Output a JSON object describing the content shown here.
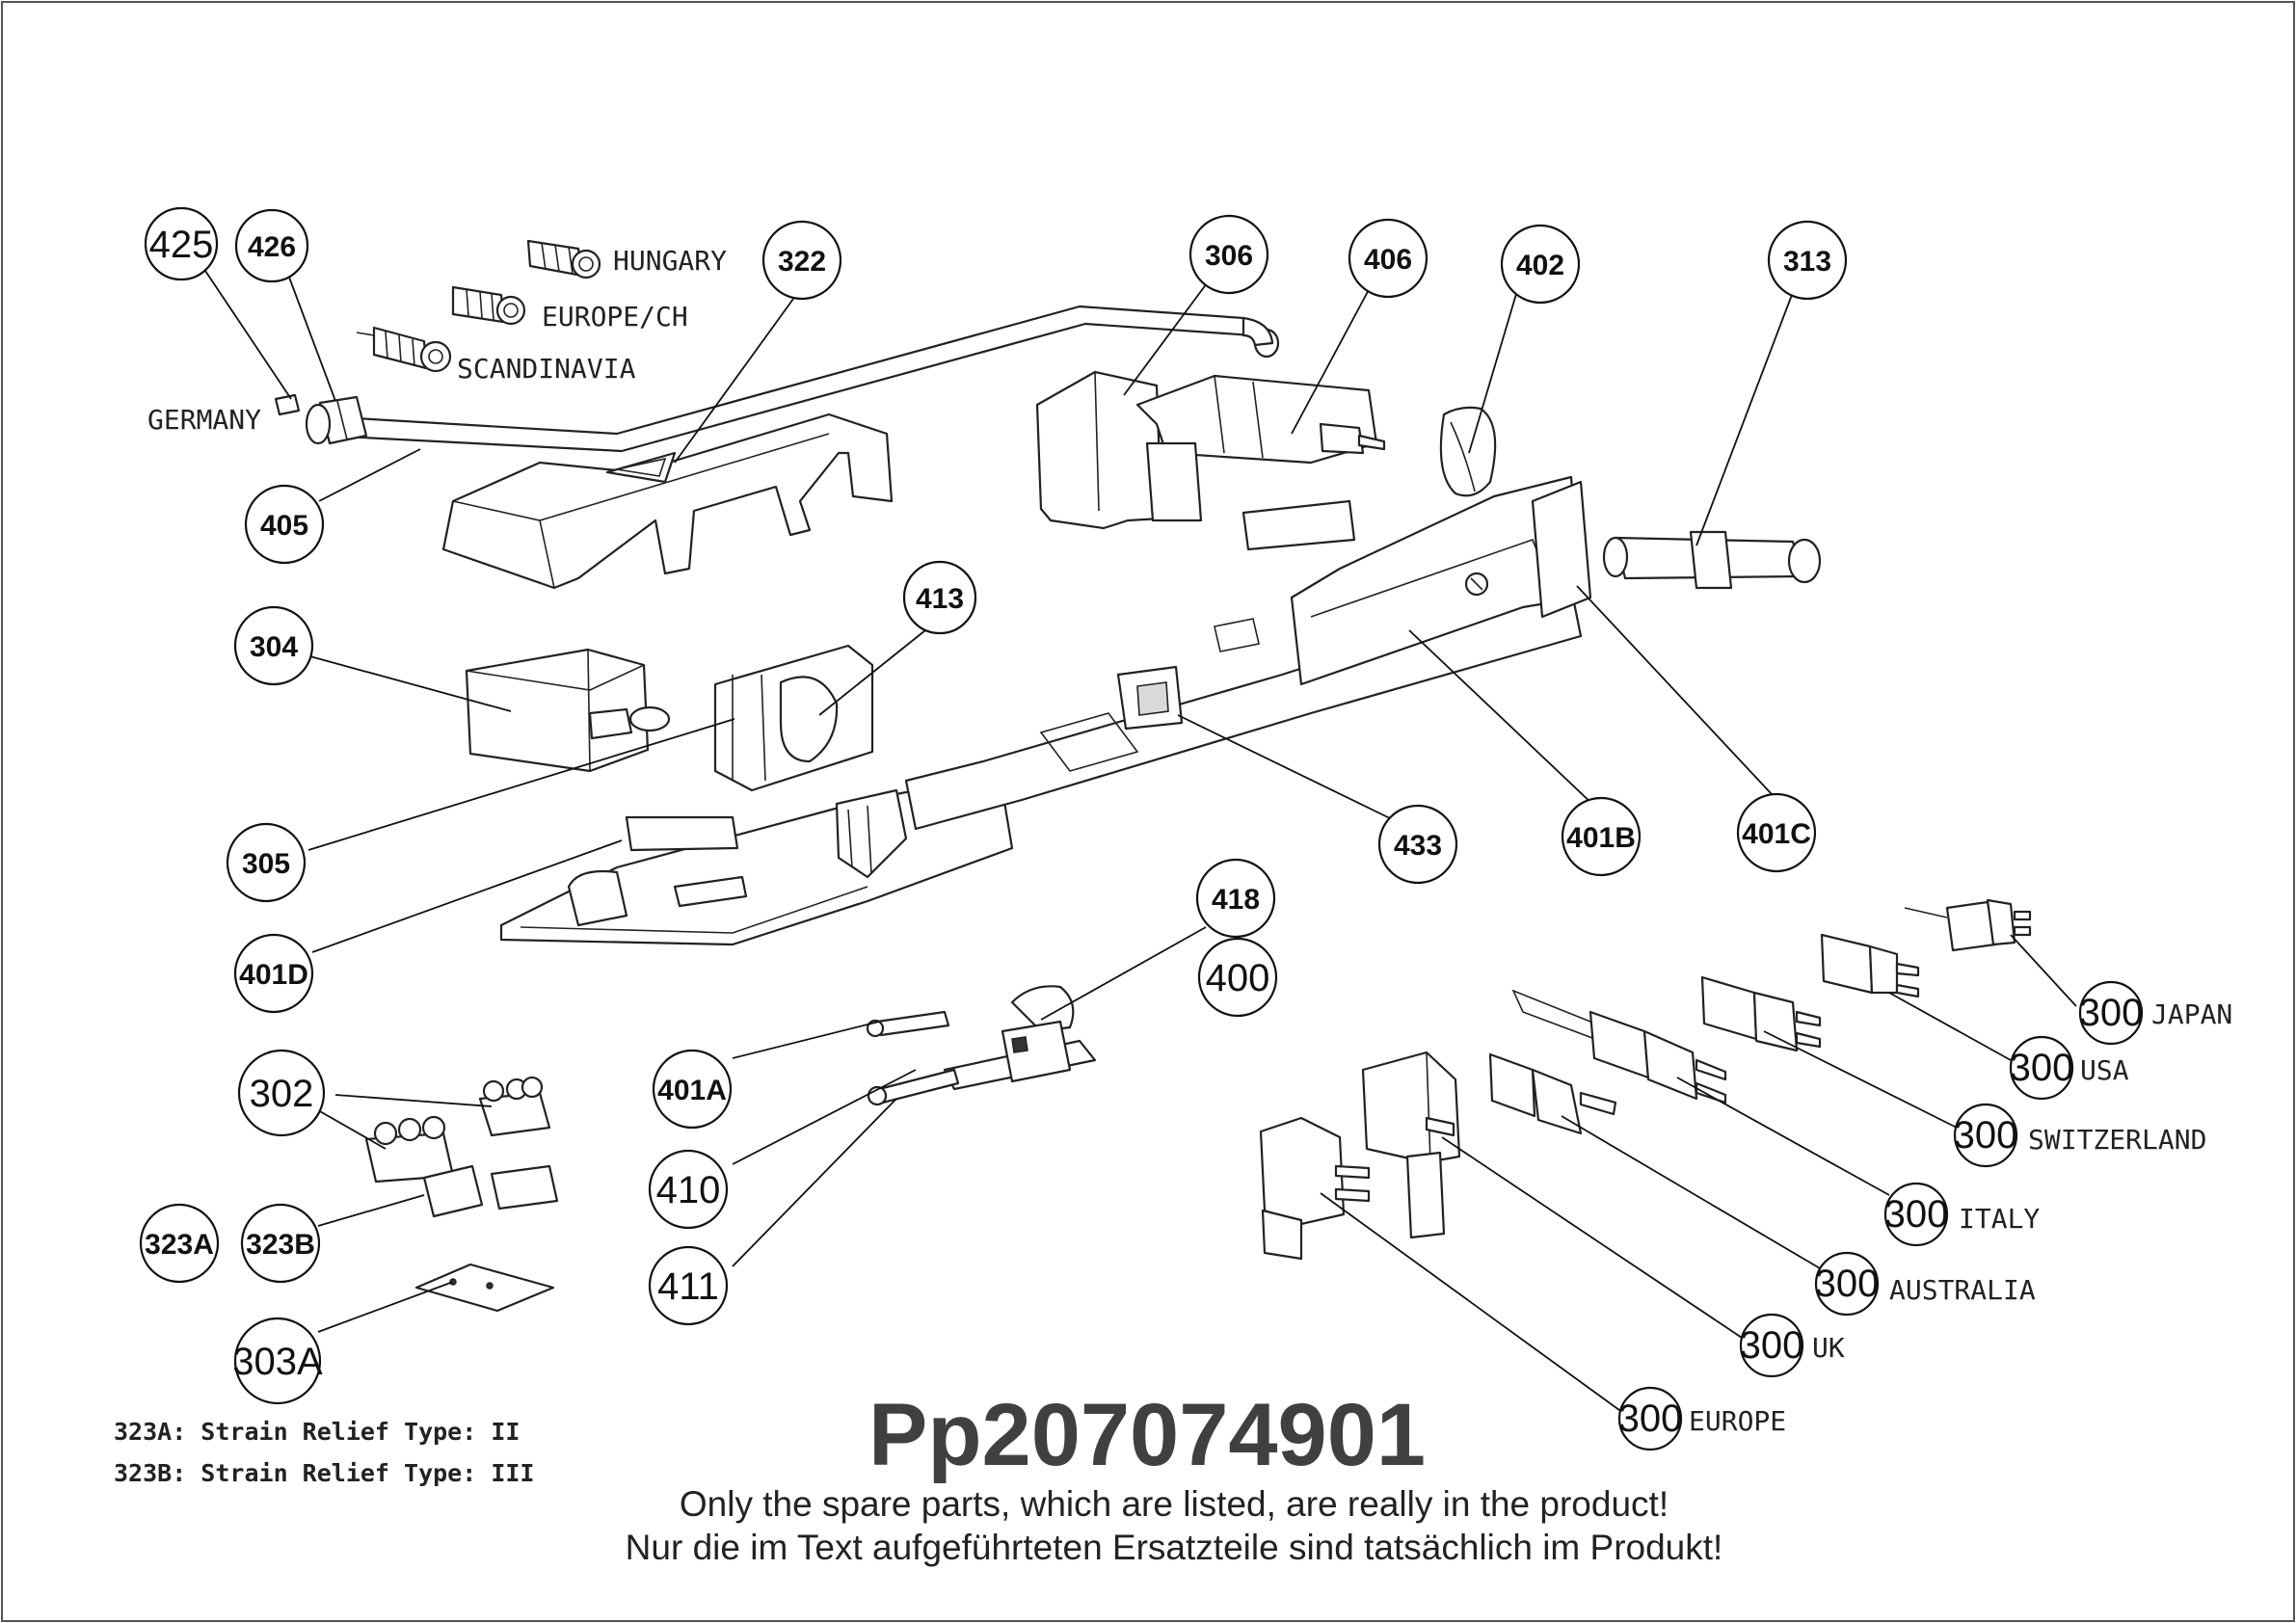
{
  "document": {
    "code": "Pp207074901",
    "disclaimer_en": "Only the spare parts, which are listed, are really in the product!",
    "disclaimer_de": "Nur die im Text aufgeführteten Ersatzteile sind tatsächlich im Produkt!"
  },
  "notes": [
    "323A: Strain Relief Type: II",
    "323B: Strain Relief Type: III"
  ],
  "callouts": [
    {
      "id": "c425",
      "label": "425"
    },
    {
      "id": "c426",
      "label": "426"
    },
    {
      "id": "c322",
      "label": "322"
    },
    {
      "id": "c306",
      "label": "306"
    },
    {
      "id": "c406",
      "label": "406"
    },
    {
      "id": "c402",
      "label": "402"
    },
    {
      "id": "c313",
      "label": "313"
    },
    {
      "id": "c405",
      "label": "405"
    },
    {
      "id": "c304",
      "label": "304"
    },
    {
      "id": "c413",
      "label": "413"
    },
    {
      "id": "c305",
      "label": "305"
    },
    {
      "id": "c401D",
      "label": "401D"
    },
    {
      "id": "c433",
      "label": "433"
    },
    {
      "id": "c401B",
      "label": "401B"
    },
    {
      "id": "c401C",
      "label": "401C"
    },
    {
      "id": "c418",
      "label": "418"
    },
    {
      "id": "c400",
      "label": "400"
    },
    {
      "id": "c401A",
      "label": "401A"
    },
    {
      "id": "c410",
      "label": "410"
    },
    {
      "id": "c411",
      "label": "411"
    },
    {
      "id": "c302",
      "label": "302"
    },
    {
      "id": "c323A",
      "label": "323A"
    },
    {
      "id": "c323B",
      "label": "323B"
    },
    {
      "id": "c303A",
      "label": "303A"
    }
  ],
  "plug_variants": [
    {
      "label": "300",
      "country": "JAPAN"
    },
    {
      "label": "300",
      "country": "USA"
    },
    {
      "label": "300",
      "country": "SWITZERLAND"
    },
    {
      "label": "300",
      "country": "ITALY"
    },
    {
      "label": "300",
      "country": "AUSTRALIA"
    },
    {
      "label": "300",
      "country": "UK"
    },
    {
      "label": "300",
      "country": "EUROPE"
    }
  ],
  "pipe_variants": [
    {
      "country": "HUNGARY"
    },
    {
      "country": "EUROPE/CH"
    },
    {
      "country": "SCANDINAVIA"
    },
    {
      "country": "GERMANY"
    }
  ]
}
